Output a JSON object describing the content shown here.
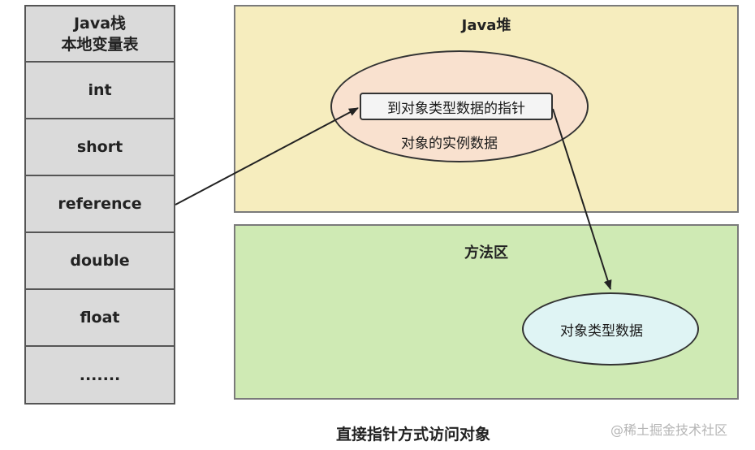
{
  "stack": {
    "header_line1": "Java栈",
    "header_line2": "本地变量表",
    "rows": [
      "int",
      "short",
      "reference",
      "double",
      "float",
      "......."
    ]
  },
  "heap": {
    "title": "Java堆",
    "pointer_label": "到对象类型数据的指针",
    "instance_label": "对象的实例数据"
  },
  "method_area": {
    "title": "方法区",
    "type_data_label": "对象类型数据"
  },
  "caption": "直接指针方式访问对象",
  "watermark": "@稀土掘金技术社区",
  "colors": {
    "stack_fill": "#dadada",
    "heap_fill": "#f6edbe",
    "method_fill": "#cfeab4",
    "instance_ellipse_fill": "#f9e1cf",
    "type_ellipse_fill": "#dff4f4"
  }
}
